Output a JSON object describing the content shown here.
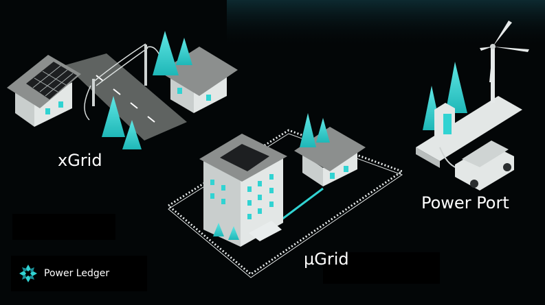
{
  "labels": {
    "xgrid": "xGrid",
    "ugrid": "µGrid",
    "power_port": "Power Port"
  },
  "logo": {
    "text": "Power Ledger",
    "icon": "power-ledger-logo-icon"
  },
  "colors": {
    "background": "#030607",
    "accent_teal": "#31d3d2",
    "house_wall": "#d9dedd",
    "roof": "#8c8f8e",
    "label_text": "#ffffff"
  }
}
